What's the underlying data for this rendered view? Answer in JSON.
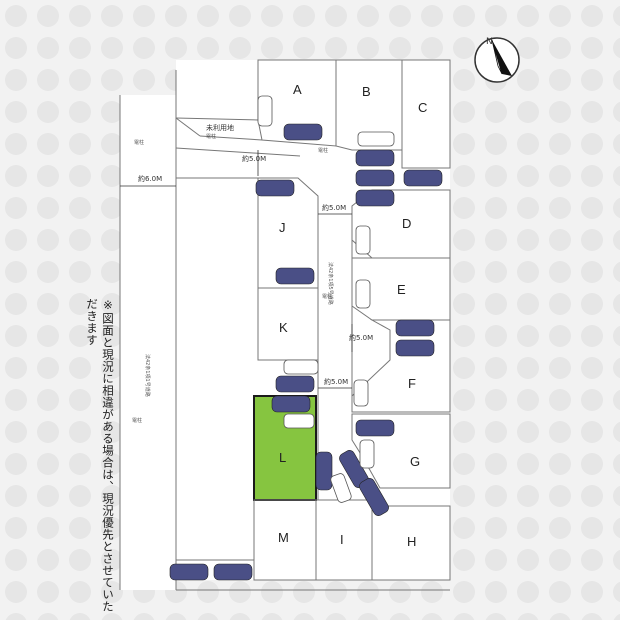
{
  "compass": {
    "label": "N"
  },
  "lots": [
    {
      "id": "A",
      "label": "A"
    },
    {
      "id": "B",
      "label": "B"
    },
    {
      "id": "C",
      "label": "C"
    },
    {
      "id": "D",
      "label": "D"
    },
    {
      "id": "E",
      "label": "E"
    },
    {
      "id": "F",
      "label": "F"
    },
    {
      "id": "G",
      "label": "G"
    },
    {
      "id": "H",
      "label": "H"
    },
    {
      "id": "I",
      "label": "I"
    },
    {
      "id": "J",
      "label": "J"
    },
    {
      "id": "K",
      "label": "K"
    },
    {
      "id": "L",
      "label": "L",
      "highlighted": true
    },
    {
      "id": "M",
      "label": "M"
    }
  ],
  "labels": {
    "unused_land": "未利用地",
    "width_6m": "約6.0M",
    "width_5m_a": "約5.0M",
    "width_5m_b": "約5.0M",
    "width_5m_c": "約5.0M",
    "width_5m_d": "約5.0M",
    "road_left": "法42条1項1号道路",
    "road_center": "法42条1項5号道路",
    "pole_1": "電柱",
    "pole_2": "電柱",
    "pole_3": "電柱",
    "pole_4": "電柱",
    "pole_5": "電柱"
  },
  "note": "※図面と現況に相違がある場合は、現況優先とさせていただきます",
  "colors": {
    "highlight_fill": "#86c540",
    "highlight_border": "#1a1a1a",
    "car_fill": "#4a4f86",
    "line": "#666666"
  }
}
